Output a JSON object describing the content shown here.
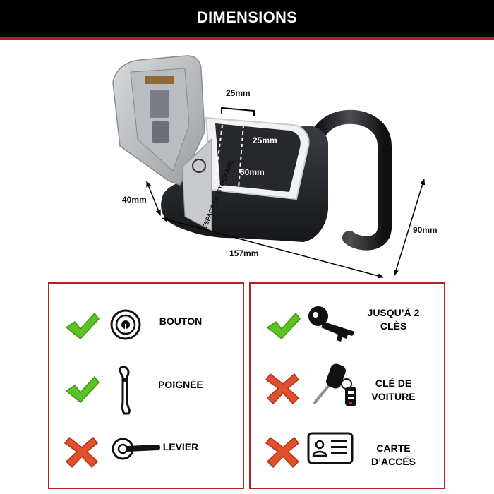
{
  "header": {
    "title": "DIMENSIONS"
  },
  "product": {
    "storage_label": "ESPACE DE STOCKAGE",
    "dimensions": {
      "slot_top": "25mm",
      "slot_inner": "25mm",
      "slot_height": "60mm",
      "depth": "40mm",
      "height": "90mm",
      "length": "157mm"
    }
  },
  "compatibility": {
    "left": [
      {
        "icon": "door-knob-icon",
        "status": "yes",
        "label": "BOUTON"
      },
      {
        "icon": "door-handle-icon",
        "status": "yes",
        "label": "POIGNÉE"
      },
      {
        "icon": "lever-handle-icon",
        "status": "no",
        "label": "LEVIER"
      }
    ],
    "right": [
      {
        "icon": "key-icon",
        "status": "yes",
        "label_line1": "JUSQU’À 2",
        "label_line2": "CLÈS"
      },
      {
        "icon": "car-key-icon",
        "status": "no",
        "label_line1": "CLÉ DE",
        "label_line2": "VOITURE"
      },
      {
        "icon": "access-card-icon",
        "status": "no",
        "label_line1": "CARTE",
        "label_line2": "D’ACCÉS"
      }
    ]
  },
  "colors": {
    "accent": "#b0222a",
    "check": "#5cc320",
    "cross": "#e0502a"
  }
}
